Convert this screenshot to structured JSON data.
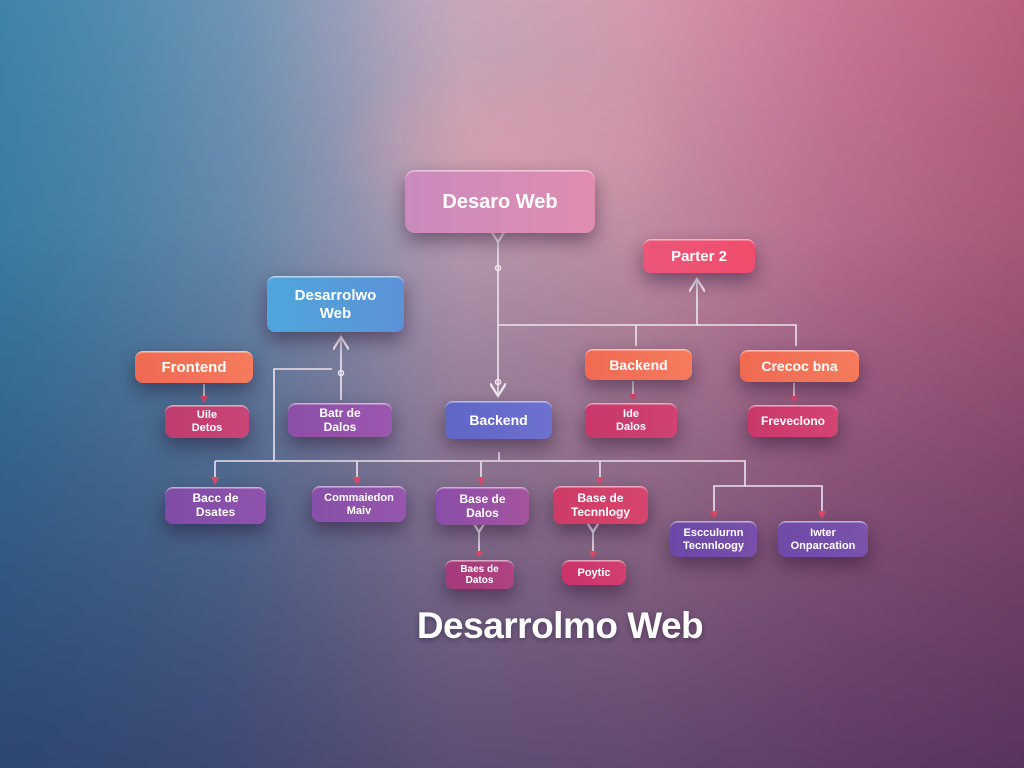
{
  "diagram": {
    "title": "Desarrolmo Web",
    "colors": {
      "bg_left": "#4f96b8",
      "bg_center": "#c7a8bb",
      "bg_right": "#b9607f",
      "connector": "#f0e6f0",
      "arrow_head": "#e0486a"
    },
    "nodes": {
      "root": {
        "lines": [
          "Desaro Web"
        ]
      },
      "parte2": {
        "lines": [
          "Parter 2"
        ]
      },
      "desarrollo_web": {
        "lines": [
          "Desarrolwo",
          "Web"
        ]
      },
      "frontend": {
        "lines": [
          "Frontend"
        ]
      },
      "backend_orange": {
        "lines": [
          "Backend"
        ]
      },
      "creacion": {
        "lines": [
          "Crecoc bna"
        ]
      },
      "backend_center": {
        "lines": [
          "Backend"
        ]
      },
      "frontend_child": {
        "lines": [
          "Uile",
          "Detos"
        ]
      },
      "batir_datos": {
        "lines": [
          "Batr de",
          "Dalos"
        ]
      },
      "ide_datos": {
        "lines": [
          "Ide",
          "Dalos"
        ]
      },
      "prevelono": {
        "lines": [
          "Freveclono"
        ]
      },
      "base_dates": {
        "lines": [
          "Bacc de",
          "Dsates"
        ]
      },
      "commmiedon": {
        "lines": [
          "Commaiedon",
          "Maiv"
        ]
      },
      "base_datos": {
        "lines": [
          "Base de",
          "Dalos"
        ]
      },
      "base_technology": {
        "lines": [
          "Base de",
          "Tecnnlogy"
        ]
      },
      "escullurnn": {
        "lines": [
          "Escculurnn",
          "Tecnnloogy"
        ]
      },
      "iwter": {
        "lines": [
          "Iwter",
          "Onparcation"
        ]
      },
      "bases_datos_sub": {
        "lines": [
          "Baes de",
          "Datos"
        ]
      },
      "poyic": {
        "lines": [
          "Poytic"
        ]
      }
    }
  }
}
